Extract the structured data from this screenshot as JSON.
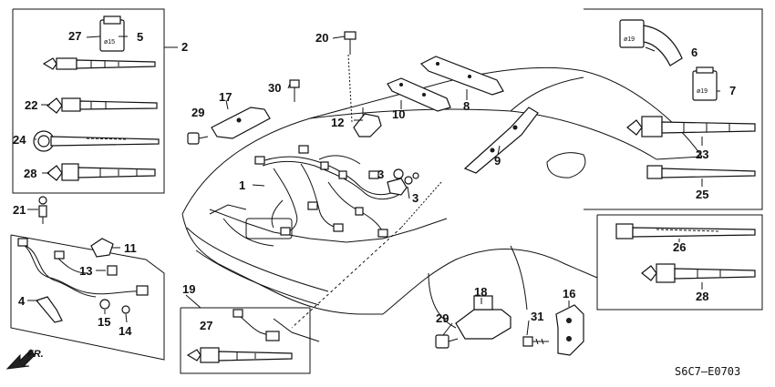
{
  "diagram": {
    "code": "S6C7—E0703",
    "direction": "FR.",
    "clip_size_a": "ø15",
    "clip_size_b": "ø19",
    "clip_size_c": "ø19",
    "callouts": [
      {
        "id": "c1",
        "text": "1"
      },
      {
        "id": "c2",
        "text": "2"
      },
      {
        "id": "c3a",
        "text": "3"
      },
      {
        "id": "c3b",
        "text": "3"
      },
      {
        "id": "c4",
        "text": "4"
      },
      {
        "id": "c5",
        "text": "5"
      },
      {
        "id": "c6",
        "text": "6"
      },
      {
        "id": "c7",
        "text": "7"
      },
      {
        "id": "c8",
        "text": "8"
      },
      {
        "id": "c9",
        "text": "9"
      },
      {
        "id": "c10",
        "text": "10"
      },
      {
        "id": "c11",
        "text": "11"
      },
      {
        "id": "c12",
        "text": "12"
      },
      {
        "id": "c13",
        "text": "13"
      },
      {
        "id": "c14",
        "text": "14"
      },
      {
        "id": "c15",
        "text": "15"
      },
      {
        "id": "c16",
        "text": "16"
      },
      {
        "id": "c17",
        "text": "17"
      },
      {
        "id": "c18",
        "text": "18"
      },
      {
        "id": "c19",
        "text": "19"
      },
      {
        "id": "c20",
        "text": "20"
      },
      {
        "id": "c21",
        "text": "21"
      },
      {
        "id": "c22",
        "text": "22"
      },
      {
        "id": "c23",
        "text": "23"
      },
      {
        "id": "c24",
        "text": "24"
      },
      {
        "id": "c25",
        "text": "25"
      },
      {
        "id": "c26",
        "text": "26"
      },
      {
        "id": "c27a",
        "text": "27"
      },
      {
        "id": "c27b",
        "text": "27"
      },
      {
        "id": "c28a",
        "text": "28"
      },
      {
        "id": "c28b",
        "text": "28"
      },
      {
        "id": "c29a",
        "text": "29"
      },
      {
        "id": "c29b",
        "text": "29"
      },
      {
        "id": "c30",
        "text": "30"
      },
      {
        "id": "c31",
        "text": "31"
      }
    ]
  }
}
